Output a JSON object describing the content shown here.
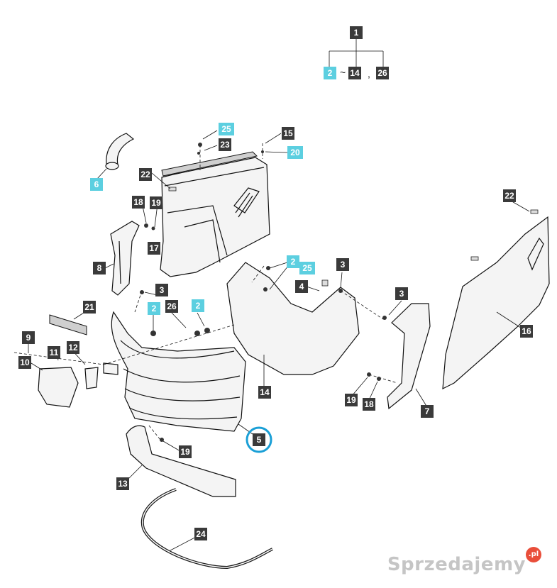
{
  "header": {
    "top_label": "1",
    "items": [
      "2",
      "14",
      "26"
    ],
    "range_separator": "~",
    "list_separator": ","
  },
  "labels": {
    "l25a": "25",
    "l23": "23",
    "l15": "15",
    "l20": "20",
    "l6": "6",
    "l22a": "22",
    "l18a": "18",
    "l19a": "19",
    "l17": "17",
    "l8": "8",
    "l3a": "3",
    "l2a": "2",
    "l25b": "25",
    "l3b": "3",
    "l4": "4",
    "l22b": "22",
    "l21": "21",
    "l2b": "2",
    "l26": "26",
    "l2c": "2",
    "l3c": "3",
    "l16": "16",
    "l9": "9",
    "l11": "11",
    "l12": "12",
    "l10": "10",
    "l14": "14",
    "l19b": "19",
    "l18b": "18",
    "l7": "7",
    "l5": "5",
    "l19c": "19",
    "l13": "13",
    "l24": "24"
  },
  "colors": {
    "label_bg": "#3a3a3a",
    "highlight_bg": "#5ccfe0",
    "circle_highlight": "#1a9fd6"
  },
  "watermark": {
    "text": "Sprzedajemy",
    "badge": ".pl"
  }
}
